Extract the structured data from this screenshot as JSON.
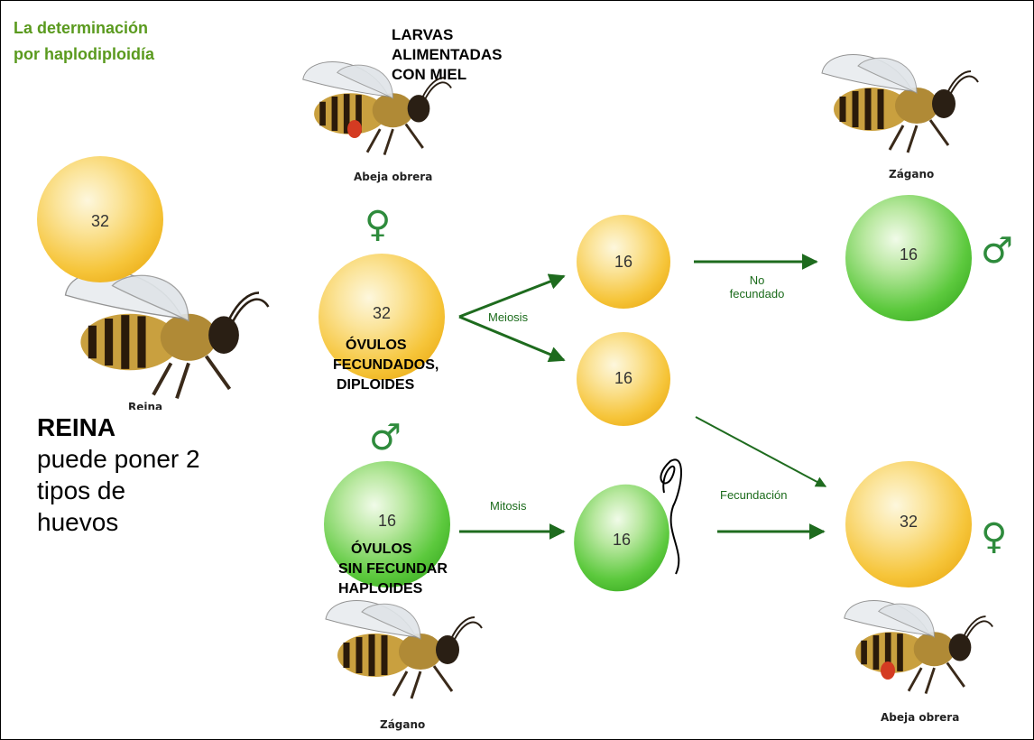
{
  "title": [
    "La determinación",
    "por haplodiploidía"
  ],
  "queen": {
    "chromosomes": "32",
    "bee_caption": "Reina",
    "heading": "REINA",
    "lines": [
      "puede poner 2",
      "tipos de",
      "huevos"
    ]
  },
  "larvae_caption": [
    "LARVAS",
    "ALIMENTADAS",
    "CON MIEL"
  ],
  "fertilized": {
    "chromosomes": "32",
    "symbol": "♀",
    "caption": [
      "ÓVULOS",
      "FECUNDADOS,",
      "DIPLOIDES"
    ]
  },
  "unfertilized": {
    "chromosomes": "16",
    "symbol": "♂",
    "caption": [
      "ÓVULOS",
      "SIN FECUNDAR",
      "HAPLOIDES"
    ]
  },
  "meiosis": {
    "label": "Meiosis",
    "cells": [
      "16",
      "16"
    ]
  },
  "mitosis": {
    "label": "Mitosis",
    "sperm_cell": "16"
  },
  "no_fertilized": {
    "label": [
      "No",
      "fecundado"
    ],
    "result": "16",
    "symbol": "♂"
  },
  "fertilization": {
    "label": "Fecundación",
    "result": "32",
    "symbol": "♀"
  },
  "bees": {
    "worker_top": "Abeja obrera",
    "drone_top": "Zágano",
    "drone_bottom": "Zágano",
    "worker_bottom": "Abeja obrera"
  },
  "colors": {
    "yellow": "#f6c53a",
    "green": "#5cc93d",
    "arrow": "#1e6b1e",
    "title": "#5a9a1e"
  },
  "icons": [
    "bee-icon",
    "female-symbol-icon",
    "male-symbol-icon",
    "arrow-icon"
  ]
}
